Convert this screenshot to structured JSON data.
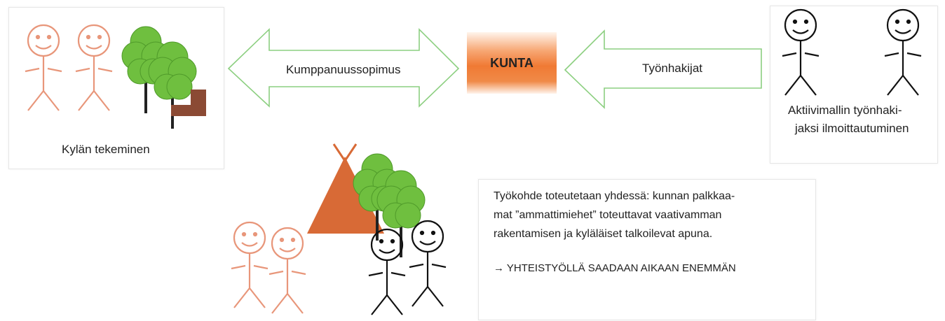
{
  "village_box": {
    "caption": "Kylän tekeminen"
  },
  "partnership_arrow": {
    "label": "Kumppanuussopimus"
  },
  "municipality": {
    "label": "KUNTA"
  },
  "jobseekers_arrow": {
    "label": "Työnhakijat"
  },
  "jobseekers_box": {
    "caption_line1": "Aktiivimallin työnhaki-",
    "caption_line2": "jaksi ilmoittautuminen"
  },
  "note_box": {
    "line1": "Työkohde toteutetaan yhdessä: kunnan palkkaa-",
    "line2": "mat ”ammattimiehet” toteuttavat vaativamman",
    "line3": "rakentamisen ja kyläläiset talkoilevat apuna.",
    "conclusion": "→ YHTEISTYÖLLÄ SAADAAN AIKAAN ENEMMÄN"
  },
  "colors": {
    "villager": "#e8967a",
    "worker": "#111111",
    "tree_green": "#6fbf3f",
    "brown": "#8b4a34",
    "tent": "#d86a36",
    "arrow_outline": "#8ccf80",
    "municipality_orange": "#f07a34"
  }
}
